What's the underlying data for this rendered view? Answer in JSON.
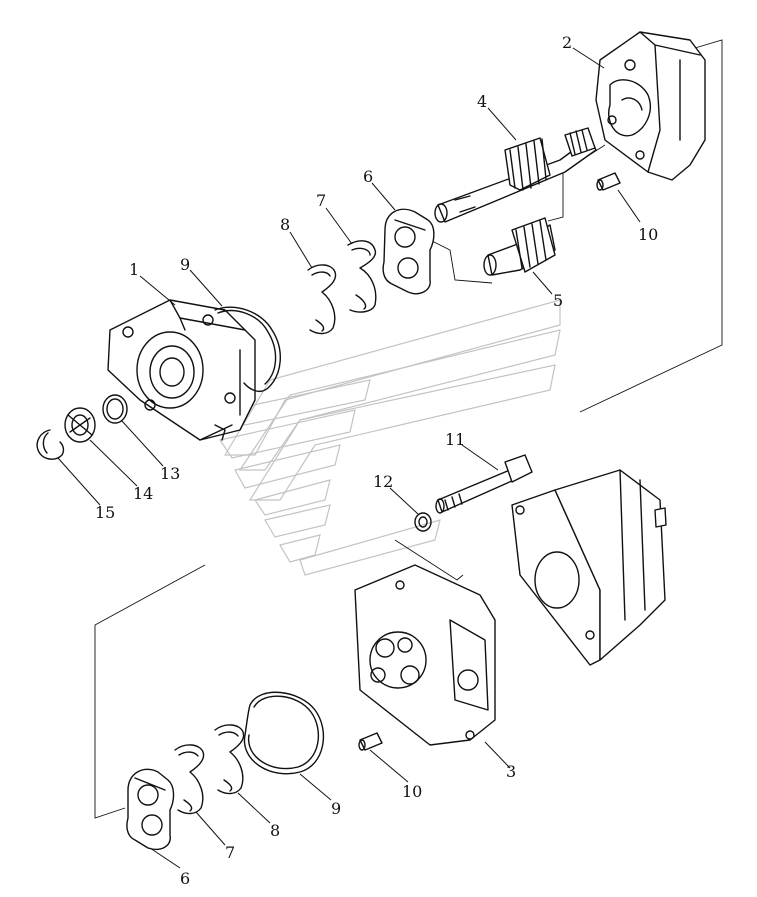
{
  "diagram": {
    "callouts": [
      {
        "id": "c2",
        "label": "2"
      },
      {
        "id": "c4",
        "label": "4"
      },
      {
        "id": "c6a",
        "label": "6"
      },
      {
        "id": "c7a",
        "label": "7"
      },
      {
        "id": "c8a",
        "label": "8"
      },
      {
        "id": "c1",
        "label": "1"
      },
      {
        "id": "c9a",
        "label": "9"
      },
      {
        "id": "c10a",
        "label": "10"
      },
      {
        "id": "c5",
        "label": "5"
      },
      {
        "id": "c11",
        "label": "11"
      },
      {
        "id": "c12",
        "label": "12"
      },
      {
        "id": "c13",
        "label": "13"
      },
      {
        "id": "c14",
        "label": "14"
      },
      {
        "id": "c15",
        "label": "15"
      },
      {
        "id": "c3",
        "label": "3"
      },
      {
        "id": "c10b",
        "label": "10"
      },
      {
        "id": "c9b",
        "label": "9"
      },
      {
        "id": "c8b",
        "label": "8"
      },
      {
        "id": "c7b",
        "label": "7"
      },
      {
        "id": "c6b",
        "label": "6"
      }
    ]
  }
}
